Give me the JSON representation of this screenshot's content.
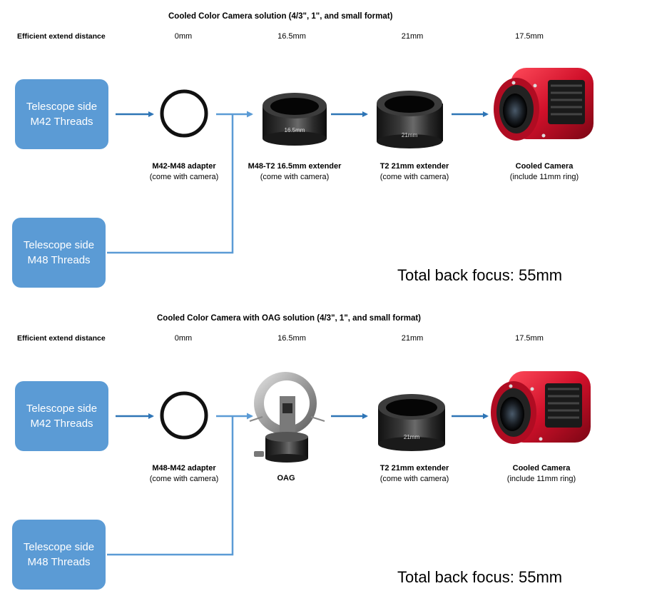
{
  "sections": [
    {
      "title": "Cooled Color Camera solution (4/3\", 1\", and small format)",
      "row_label": "Efficient extend distance",
      "distances": [
        "0mm",
        "16.5mm",
        "21mm",
        "17.5mm"
      ],
      "telescope_boxes": [
        {
          "line1": "Telescope side",
          "line2": "M42 Threads"
        },
        {
          "line1": "Telescope side",
          "line2": "M48 Threads"
        }
      ],
      "components": [
        {
          "name": "M42-M48 adapter",
          "note": "(come with camera)"
        },
        {
          "name": "M48-T2 16.5mm extender",
          "note": "(come with camera)",
          "engraving": "16.5mm"
        },
        {
          "name": "T2 21mm extender",
          "note": "(come with camera)",
          "engraving": "21mm"
        },
        {
          "name": "Cooled Camera",
          "note": "(include 11mm ring)"
        }
      ],
      "total": "Total back focus: 55mm"
    },
    {
      "title": "Cooled Color Camera with OAG solution (4/3\", 1\", and small format)",
      "row_label": "Efficient extend distance",
      "distances": [
        "0mm",
        "16.5mm",
        "21mm",
        "17.5mm"
      ],
      "telescope_boxes": [
        {
          "line1": "Telescope side",
          "line2": "M42 Threads"
        },
        {
          "line1": "Telescope side",
          "line2": "M48 Threads"
        }
      ],
      "components": [
        {
          "name": "M48-M42 adapter",
          "note": "(come with camera)"
        },
        {
          "name": "OAG",
          "note": ""
        },
        {
          "name": "T2 21mm extender",
          "note": "(come with camera)",
          "engraving": "21mm"
        },
        {
          "name": "Cooled Camera",
          "note": "(include 11mm ring)"
        }
      ],
      "total": "Total back focus: 55mm"
    }
  ],
  "colors": {
    "box": "#5b9bd5",
    "arrow": "#2e75b6",
    "camera": "#c8102e"
  }
}
